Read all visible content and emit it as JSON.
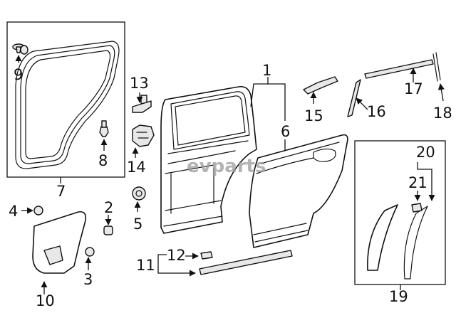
{
  "diagram": {
    "watermark": "evparts",
    "callouts": [
      {
        "id": "1",
        "text": "1"
      },
      {
        "id": "2",
        "text": "2"
      },
      {
        "id": "3",
        "text": "3"
      },
      {
        "id": "4",
        "text": "4"
      },
      {
        "id": "5",
        "text": "5"
      },
      {
        "id": "6",
        "text": "6"
      },
      {
        "id": "7",
        "text": "7"
      },
      {
        "id": "8",
        "text": "8"
      },
      {
        "id": "9",
        "text": "9"
      },
      {
        "id": "10",
        "text": "10"
      },
      {
        "id": "11",
        "text": "11"
      },
      {
        "id": "12",
        "text": "12"
      },
      {
        "id": "13",
        "text": "13"
      },
      {
        "id": "14",
        "text": "14"
      },
      {
        "id": "15",
        "text": "15"
      },
      {
        "id": "16",
        "text": "16"
      },
      {
        "id": "17",
        "text": "17"
      },
      {
        "id": "18",
        "text": "18"
      },
      {
        "id": "19",
        "text": "19"
      },
      {
        "id": "20",
        "text": "20"
      },
      {
        "id": "21",
        "text": "21"
      }
    ]
  }
}
